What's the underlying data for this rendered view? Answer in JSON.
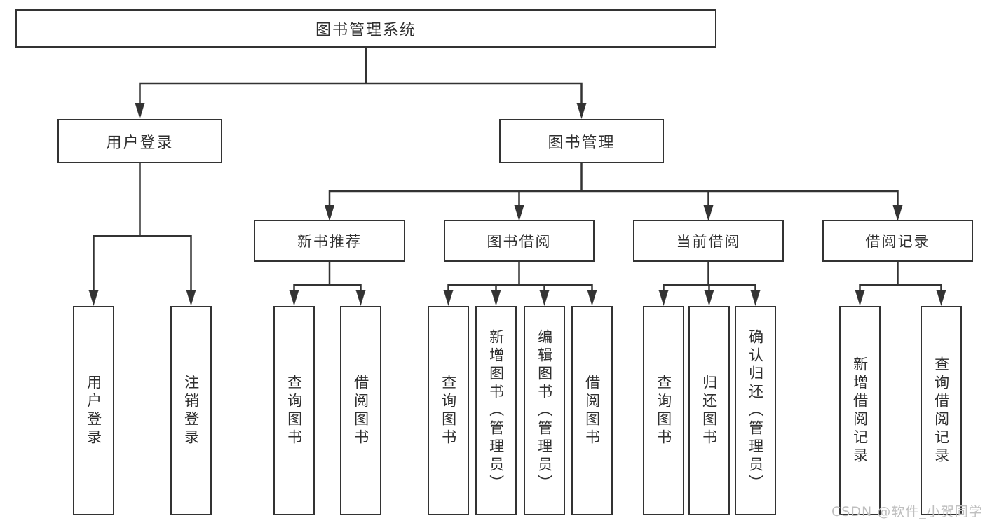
{
  "diagram": {
    "root": {
      "label": "图书管理系统",
      "children": [
        {
          "label": "用户登录",
          "children": [
            {
              "label": "用户登录"
            },
            {
              "label": "注销登录"
            }
          ]
        },
        {
          "label": "图书管理",
          "children": [
            {
              "label": "新书推荐",
              "children": [
                {
                  "label": "查询图书"
                },
                {
                  "label": "借阅图书"
                }
              ]
            },
            {
              "label": "图书借阅",
              "children": [
                {
                  "label": "查询图书"
                },
                {
                  "label": "新增图书（管理员）"
                },
                {
                  "label": "编辑图书（管理员）"
                },
                {
                  "label": "借阅图书"
                }
              ]
            },
            {
              "label": "当前借阅",
              "children": [
                {
                  "label": "查询图书"
                },
                {
                  "label": "归还图书"
                },
                {
                  "label": "确认归还（管理员）"
                }
              ]
            },
            {
              "label": "借阅记录",
              "children": [
                {
                  "label": "新增借阅记录"
                },
                {
                  "label": "查询借阅记录"
                }
              ]
            }
          ]
        }
      ]
    }
  },
  "watermark": {
    "text": "CSDN @软件_小贺同学"
  },
  "colors": {
    "line": "#333333",
    "text": "#2f2f2f",
    "box_fill": "#ffffff",
    "background": "#ffffff",
    "watermark": "#bfbfbf"
  }
}
